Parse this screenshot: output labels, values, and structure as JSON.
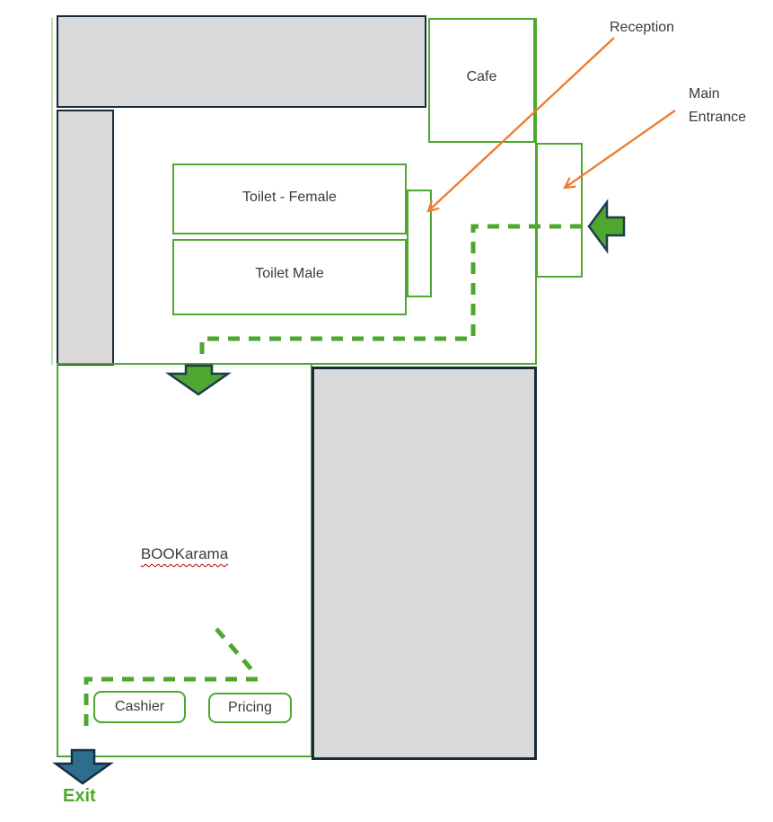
{
  "floorplan": {
    "rooms": {
      "cafe": {
        "label": "Cafe"
      },
      "toilet_female": {
        "label": "Toilet - Female"
      },
      "toilet_male": {
        "label": "Toilet Male"
      },
      "bookarama": {
        "label": "BOOKarama"
      },
      "cashier": {
        "label": "Cashier"
      },
      "pricing": {
        "label": "Pricing"
      }
    },
    "annotations": {
      "reception": {
        "label": "Reception"
      },
      "main_entrance": {
        "line1": "Main",
        "line2": "Entrance"
      },
      "exit": {
        "label": "Exit"
      }
    },
    "icons": {
      "entrance_arrow": "left-block-arrow",
      "inward_arrow": "down-block-arrow",
      "exit_arrow": "down-block-arrow",
      "reception_pointer": "orange-line-arrow",
      "main_entrance_pointer": "orange-line-arrow"
    },
    "colors": {
      "wall_green": "#4EA72E",
      "path_green": "#4EA72E",
      "annotation_orange": "#ED7D31",
      "exit_blue": "#2E6D8E",
      "arrow_outline": "#1E3A52",
      "dark_border": "#182B3B",
      "gray_fill": "#D9D9D9",
      "label_text": "#3B3B3B",
      "spellcheck_red": "#C00000"
    }
  }
}
